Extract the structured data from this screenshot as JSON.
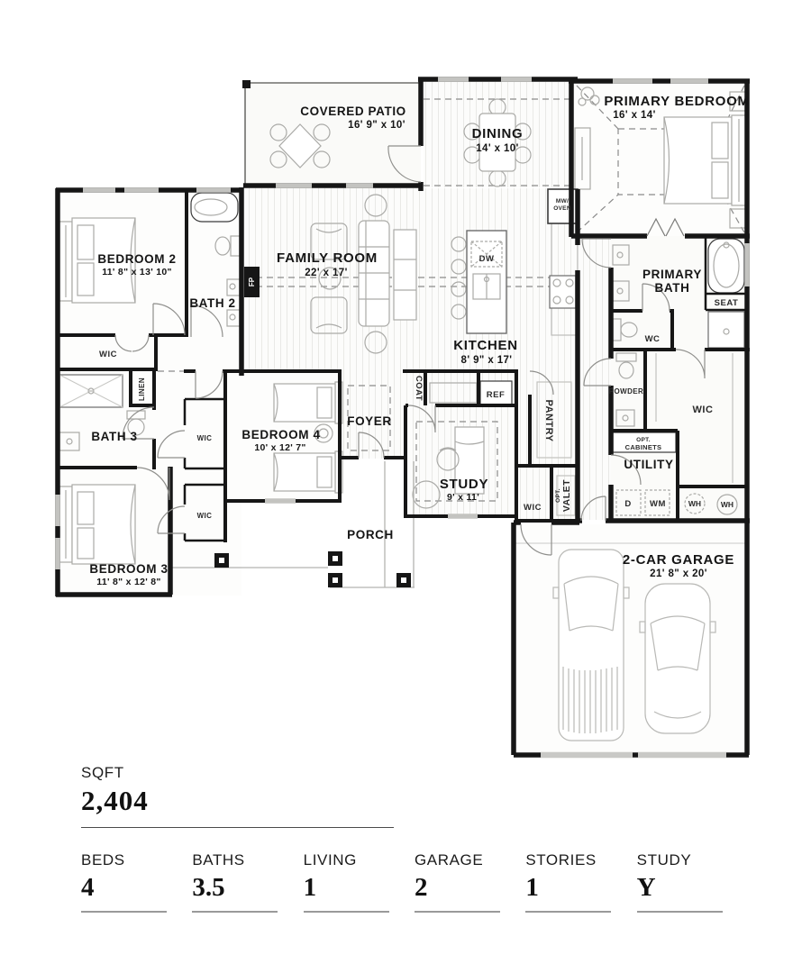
{
  "plan": {
    "rooms": {
      "covered_patio": {
        "name": "COVERED PATIO",
        "dims": "16' 9\" x 10'"
      },
      "dining": {
        "name": "DINING",
        "dims": "14' x 10'"
      },
      "primary_bedroom": {
        "name": "PRIMARY BEDROOM",
        "dims": "16' x 14'"
      },
      "family_room": {
        "name": "FAMILY ROOM",
        "dims": "22' x 17'"
      },
      "kitchen": {
        "name": "KITCHEN",
        "dims": "8' 9\" x 17'"
      },
      "bedroom_2": {
        "name": "BEDROOM 2",
        "dims": "11' 8\" x 13' 10\""
      },
      "bedroom_3": {
        "name": "BEDROOM 3",
        "dims": "11' 8\" x 12' 8\""
      },
      "bedroom_4": {
        "name": "BEDROOM 4",
        "dims": "10' x 12' 7\""
      },
      "study": {
        "name": "STUDY",
        "dims": "9' x 11'"
      },
      "garage": {
        "name": "2-CAR GARAGE",
        "dims": "21' 8\" x 20'"
      },
      "primary_bath": {
        "name_line1": "PRIMARY",
        "name_line2": "BATH"
      },
      "bath_2": {
        "name": "BATH 2"
      },
      "bath_3": {
        "name": "BATH 3"
      },
      "foyer": {
        "name": "FOYER"
      },
      "porch": {
        "name": "PORCH"
      },
      "utility": {
        "name": "UTILITY"
      },
      "pantry": {
        "name": "PANTRY"
      },
      "powder": {
        "name": "POWDER"
      },
      "wc": {
        "name": "WC"
      },
      "wic": {
        "name": "WIC"
      }
    },
    "labels": {
      "seat": "SEAT",
      "coat": "COAT",
      "ref": "REF",
      "linen": "LINEN",
      "valet": "VALET",
      "opt": "OPT.",
      "cabinets": "CABINETS",
      "dw": "DW",
      "mw_line1": "MW/",
      "mw_line2": "OVEN",
      "fp": "FP",
      "dryer": "D",
      "washer": "WM",
      "water_heater": "WH"
    }
  },
  "stats": {
    "sqft": {
      "label": "SQFT",
      "value": "2,404"
    },
    "items": [
      {
        "label": "BEDS",
        "value": "4"
      },
      {
        "label": "BATHS",
        "value": "3.5"
      },
      {
        "label": "LIVING",
        "value": "1"
      },
      {
        "label": "GARAGE",
        "value": "2"
      },
      {
        "label": "STORIES",
        "value": "1"
      },
      {
        "label": "STUDY",
        "value": "Y"
      }
    ]
  },
  "colors": {
    "wall": "#161616",
    "window": "#c3c3c0",
    "floor_line": "#e9e9e6",
    "furniture": "#a9a9a6"
  }
}
